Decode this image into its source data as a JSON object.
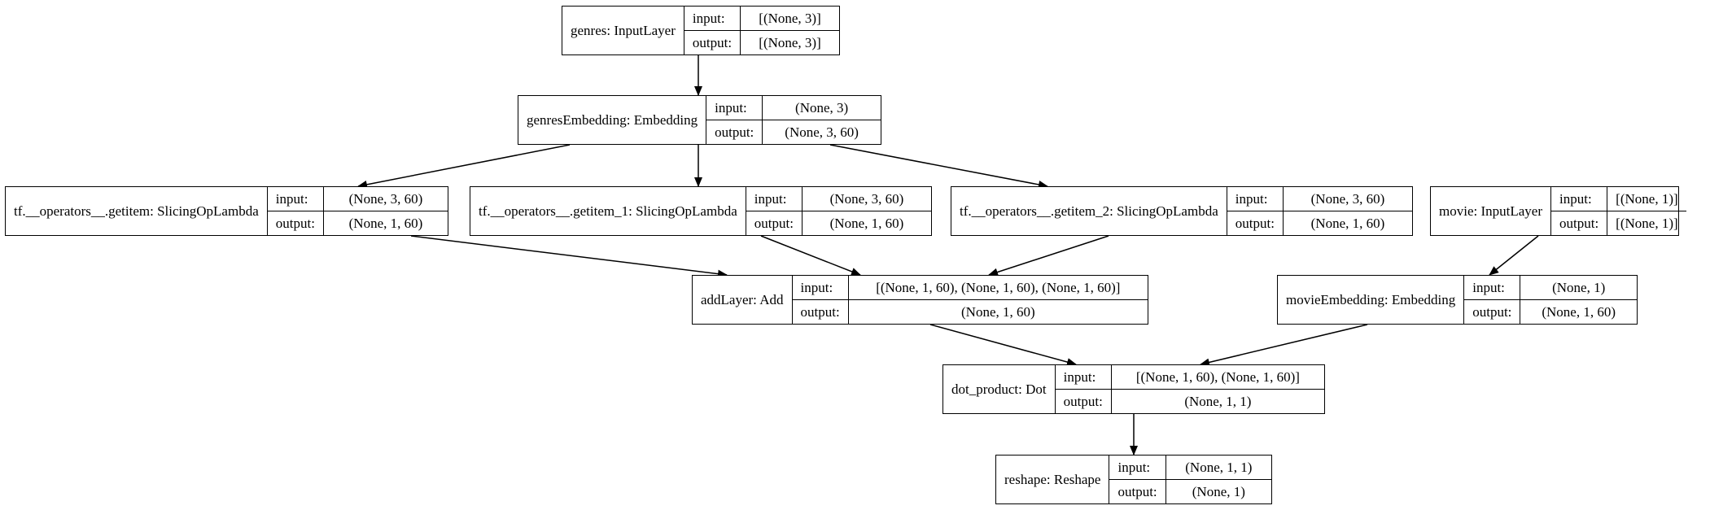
{
  "nodes": {
    "genres": {
      "name": "genres: InputLayer",
      "input_label": "input:",
      "output_label": "output:",
      "input": "[(None, 3)]",
      "output": "[(None, 3)]"
    },
    "genresEmbedding": {
      "name": "genresEmbedding: Embedding",
      "input_label": "input:",
      "output_label": "output:",
      "input": "(None, 3)",
      "output": "(None, 3, 60)"
    },
    "getitem0": {
      "name": "tf.__operators__.getitem: SlicingOpLambda",
      "input_label": "input:",
      "output_label": "output:",
      "input": "(None, 3, 60)",
      "output": "(None, 1, 60)"
    },
    "getitem1": {
      "name": "tf.__operators__.getitem_1: SlicingOpLambda",
      "input_label": "input:",
      "output_label": "output:",
      "input": "(None, 3, 60)",
      "output": "(None, 1, 60)"
    },
    "getitem2": {
      "name": "tf.__operators__.getitem_2: SlicingOpLambda",
      "input_label": "input:",
      "output_label": "output:",
      "input": "(None, 3, 60)",
      "output": "(None, 1, 60)"
    },
    "movie": {
      "name": "movie: InputLayer",
      "input_label": "input:",
      "output_label": "output:",
      "input": "[(None, 1)]",
      "output": "[(None, 1)]"
    },
    "addLayer": {
      "name": "addLayer: Add",
      "input_label": "input:",
      "output_label": "output:",
      "input": "[(None, 1, 60), (None, 1, 60), (None, 1, 60)]",
      "output": "(None, 1, 60)"
    },
    "movieEmbedding": {
      "name": "movieEmbedding: Embedding",
      "input_label": "input:",
      "output_label": "output:",
      "input": "(None, 1)",
      "output": "(None, 1, 60)"
    },
    "dot_product": {
      "name": "dot_product: Dot",
      "input_label": "input:",
      "output_label": "output:",
      "input": "[(None, 1, 60), (None, 1, 60)]",
      "output": "(None, 1, 1)"
    },
    "reshape": {
      "name": "reshape: Reshape",
      "input_label": "input:",
      "output_label": "output:",
      "input": "(None, 1, 1)",
      "output": "(None, 1)"
    }
  },
  "edges": [
    [
      "genres",
      "genresEmbedding"
    ],
    [
      "genresEmbedding",
      "getitem0"
    ],
    [
      "genresEmbedding",
      "getitem1"
    ],
    [
      "genresEmbedding",
      "getitem2"
    ],
    [
      "getitem0",
      "addLayer"
    ],
    [
      "getitem1",
      "addLayer"
    ],
    [
      "getitem2",
      "addLayer"
    ],
    [
      "movie",
      "movieEmbedding"
    ],
    [
      "addLayer",
      "dot_product"
    ],
    [
      "movieEmbedding",
      "dot_product"
    ],
    [
      "dot_product",
      "reshape"
    ]
  ]
}
